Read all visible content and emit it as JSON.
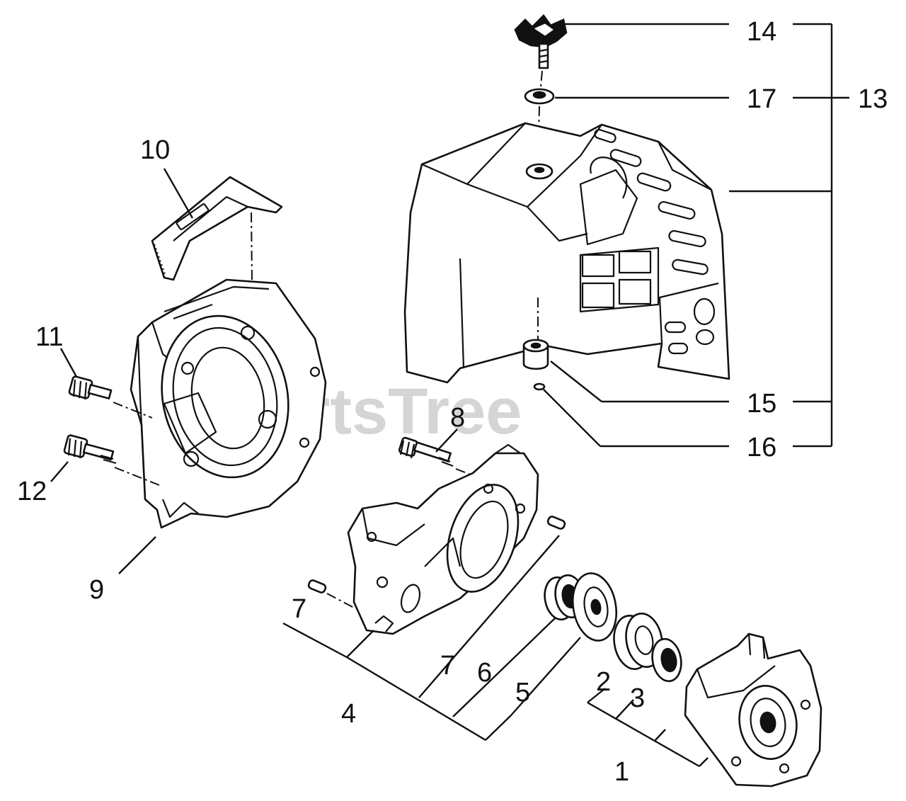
{
  "watermark": "PartsTree",
  "callouts": {
    "c1": "1",
    "c2": "2",
    "c3": "3",
    "c4": "4",
    "c5": "5",
    "c6": "6",
    "c7a": "7",
    "c7b": "7",
    "c8": "8",
    "c9": "9",
    "c10": "10",
    "c11": "11",
    "c12": "12",
    "c13": "13",
    "c14": "14",
    "c15": "15",
    "c16": "16",
    "c17": "17"
  }
}
